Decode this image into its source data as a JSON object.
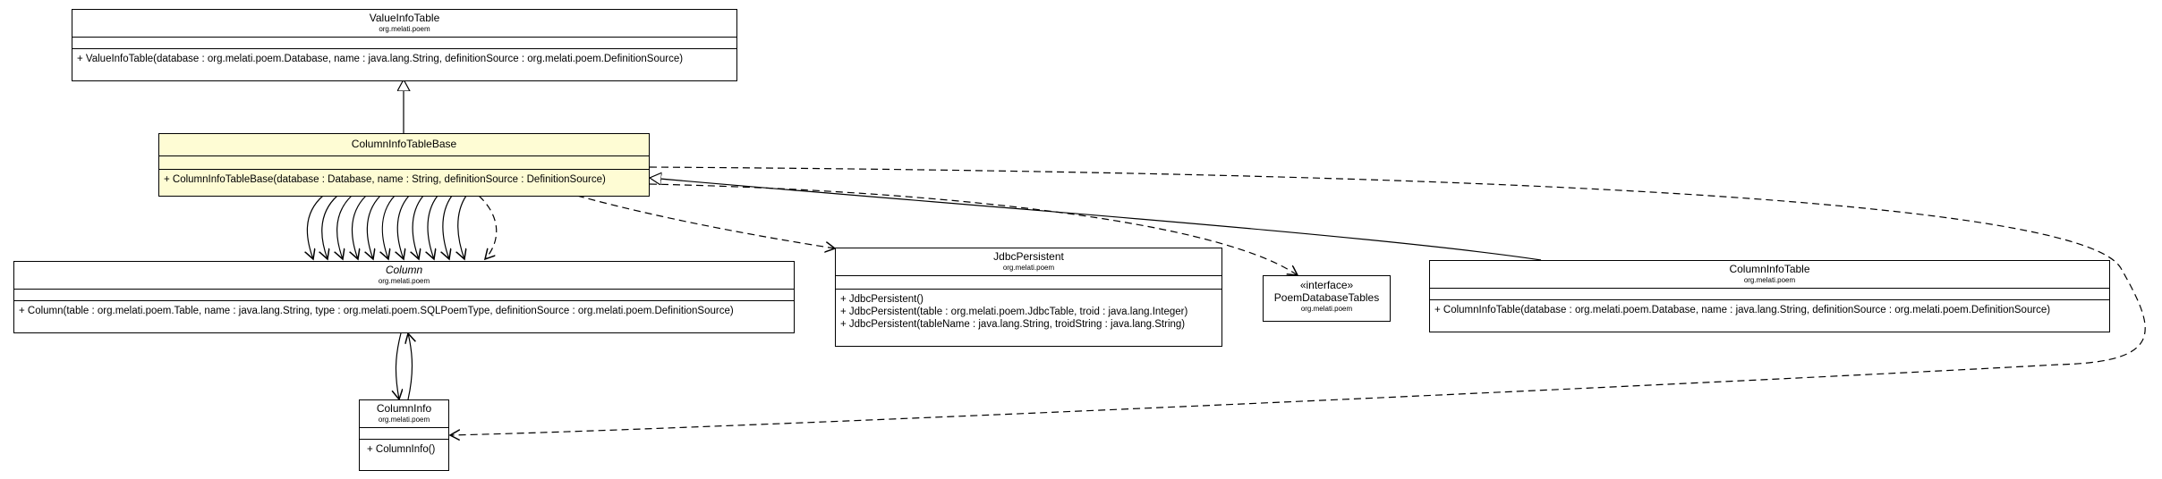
{
  "diagram": {
    "classes": {
      "valueinfotable": {
        "name": "ValueInfoTable",
        "package": "org.melati.poem",
        "operations": [
          "+ ValueInfoTable(database : org.melati.poem.Database, name : java.lang.String, definitionSource : org.melati.poem.DefinitionSource)"
        ]
      },
      "columninfotablebase": {
        "name": "ColumnInfoTableBase",
        "package": "",
        "operations": [
          "+ ColumnInfoTableBase(database : Database, name : String, definitionSource : DefinitionSource)"
        ]
      },
      "column": {
        "name": "Column",
        "package": "org.melati.poem",
        "operations": [
          "+ Column(table : org.melati.poem.Table, name : java.lang.String, type : org.melati.poem.SQLPoemType, definitionSource : org.melati.poem.DefinitionSource)"
        ]
      },
      "jdbcpersistent": {
        "name": "JdbcPersistent",
        "package": "org.melati.poem",
        "operations": [
          "+ JdbcPersistent()",
          "+ JdbcPersistent(table : org.melati.poem.JdbcTable, troid : java.lang.Integer)",
          "+ JdbcPersistent(tableName : java.lang.String, troidString : java.lang.String)"
        ]
      },
      "poemdatabasetables": {
        "stereotype": "«interface»",
        "name": "PoemDatabaseTables",
        "package": "org.melati.poem"
      },
      "columninfotable": {
        "name": "ColumnInfoTable",
        "package": "org.melati.poem",
        "operations": [
          "+ ColumnInfoTable(database : org.melati.poem.Database, name : java.lang.String, definitionSource : org.melati.poem.DefinitionSource)"
        ]
      },
      "columninfo": {
        "name": "ColumnInfo",
        "package": "org.melati.poem",
        "operations": [
          "+ ColumnInfo()"
        ]
      }
    }
  }
}
